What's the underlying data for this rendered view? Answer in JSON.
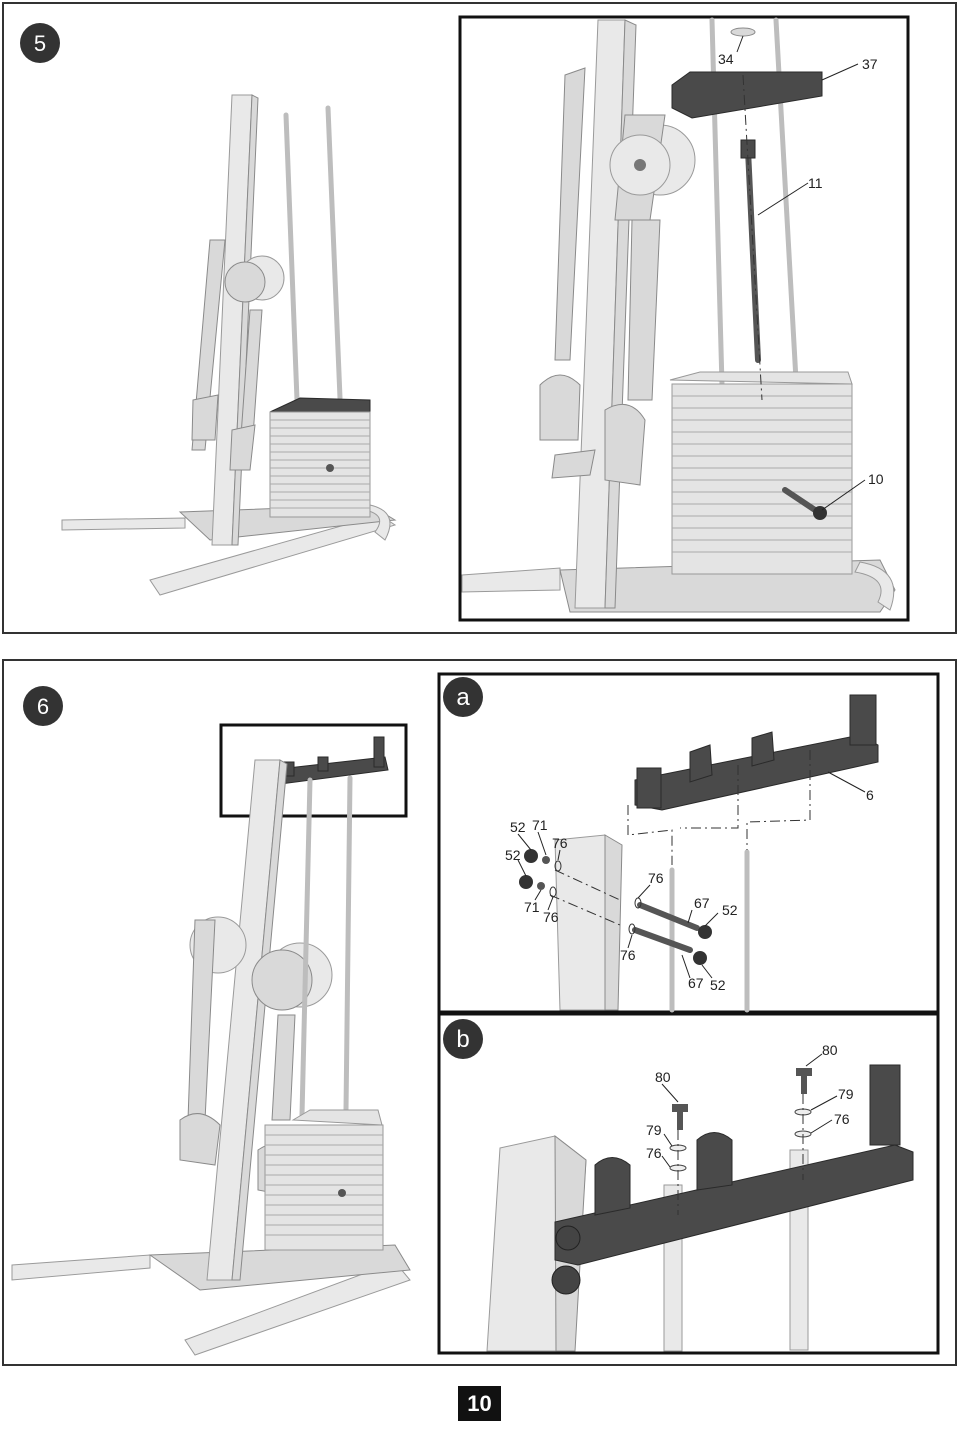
{
  "page": {
    "number": "10"
  },
  "step5": {
    "number": "5",
    "labels": {
      "p34": "34",
      "p37": "37",
      "p11": "11",
      "p10": "10"
    }
  },
  "step6": {
    "number": "6",
    "detail_a": {
      "letter": "a",
      "labels": {
        "p6": "6",
        "p52a": "52",
        "p71a": "71",
        "p76a": "76",
        "p52b": "52",
        "p71b": "71",
        "p76b": "76",
        "p76c": "76",
        "p67a": "67",
        "p52c": "52",
        "p76d": "76",
        "p67b": "67",
        "p52d": "52"
      }
    },
    "detail_b": {
      "letter": "b",
      "labels": {
        "p80a": "80",
        "p79a": "79",
        "p76a": "76",
        "p80b": "80",
        "p79b": "79",
        "p76b": "76"
      }
    }
  }
}
